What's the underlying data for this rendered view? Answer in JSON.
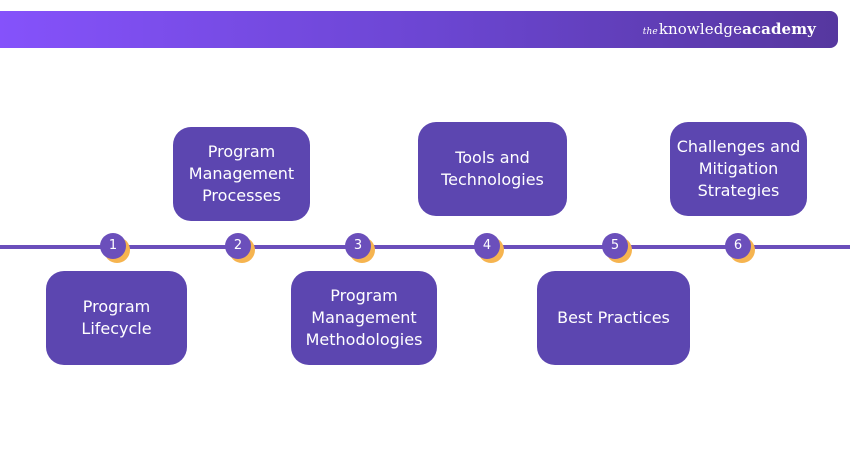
{
  "brand": {
    "prefix": "the",
    "part1": "knowledge",
    "part2": "academy"
  },
  "colors": {
    "primary": "#5c46b0",
    "line": "#6b4fbb",
    "accent": "#f6b44f"
  },
  "steps": [
    {
      "number": "1",
      "label": "Program Lifecycle",
      "position": "below"
    },
    {
      "number": "2",
      "label": "Program Management Processes",
      "position": "above"
    },
    {
      "number": "3",
      "label": "Program Management Methodologies",
      "position": "below"
    },
    {
      "number": "4",
      "label": "Tools and Technologies",
      "position": "above"
    },
    {
      "number": "5",
      "label": "Best Practices",
      "position": "below"
    },
    {
      "number": "6",
      "label": "Challenges and Mitigation Strategies",
      "position": "above"
    }
  ]
}
